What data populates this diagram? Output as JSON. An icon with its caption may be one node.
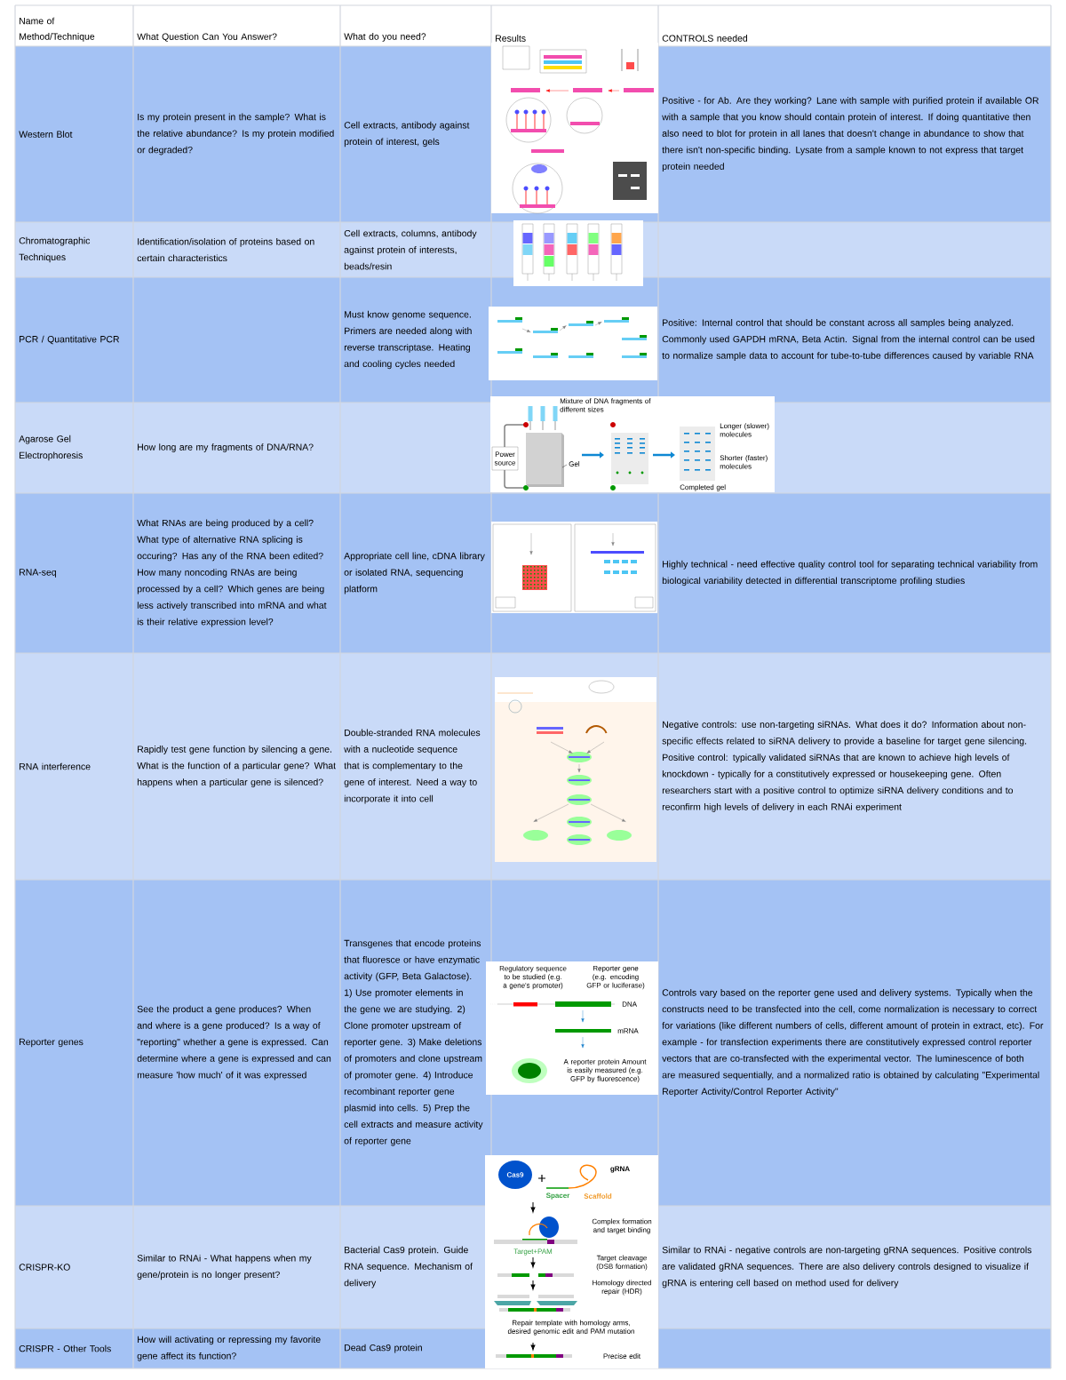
{
  "diagram": {
    "labels": [
      "Name of Method/Technique",
      "What Question Can You Answer?",
      "What do you need?",
      "Results",
      "CONTROLS needed",
      "Western Blot",
      "Is my protein present in the sample? What is the relative abundance? Is my protein modified or degraded?",
      "Cell extracts, antibody against protein of interest, gels",
      "Positive - for Ab. Are they working? Lane with sample with purified protein if available OR with a sample that you know should contain protein of interest. If doing quantitative then also need to blot for protein in all lanes that doesn't change in abundance to show that there isn't non-specific binding. Lysate from a sample known to not express that target protein needed",
      "Chromatographic Techniques",
      "Identification/isolation of proteins based on certain characteristics",
      "Cell extracts, columns, antibody against protein of interests, beads/resin",
      "PCR / Quantitative PCR",
      "Must know genome sequence. Primers are needed along with reverse transcriptase. Heating and cooling cycles needed",
      "Positive: Internal control that should be constant across all samples being analyzed. Commonly used GAPDH mRNA, Beta Actin. Signal from the internal control can be used to normalize sample data to account for tube-to-tube differences caused by variable RNA",
      "Agarose Gel Electrophoresis",
      "How long are my fragments of DNA/RNA?",
      "Mixture of DNA fragments of different sizes",
      "Power source",
      "Gel",
      "Longer (slower) molecules",
      "Shorter (faster) molecules",
      "Completed gel",
      "RNA-seq",
      "What RNAs are being produced by a cell? What type of alternative RNA splicing is occuring? Has any of the RNA been edited? How many noncoding RNAs are being processed by a cell? Which genes are being less actively transcribed into mRNA and what is their relative expression level?",
      "Appropriate cell line, cDNA library or isolated RNA, sequencing platform",
      "Highly technical - need effective quality control tool for separating technical variability from biological variability detected in differential transcriptome profiling studies",
      "RNA interference",
      "Rapidly test gene function by silencing a gene. What is the function of a particular gene? What happens when a particular gene is silenced?",
      "Double-stranded RNA molecules with a nucleotide sequence that is complementary to the gene of interest. Need a way to incorporate it into cell",
      "Negative controls: use non-targeting siRNAs. What does it do? Information about non-specific effects related to siRNA delivery to provide a baseline for target gene silencing. Positive control: typically validated siRNAs that are known to achieve high levels of knockdown - typically for a constitutively expressed or housekeeping gene. Often researchers start with a positive control to optimize siRNA delivery conditions and to reconfirm high levels of delivery in each RNAi experiment",
      "Reporter genes",
      "See the product a gene produces? When and where is a gene produced? Is a way of \"reporting\" whether a gene is expressed. Can determine where a gene is expressed and can measure 'how much' of it was expressed",
      "Transgenes that encode proteins that fluoresce or have enzymatic activity (GFP, Beta Galactose). 1) Use promoter elements in the gene we are studying. 2) Clone promoter upstream of reporter gene. 3) Make deletions of promoters and clone upstream of promoter gene. 4) Introduce recombinant reporter gene plasmid into cells. 5) Prep the cell extracts and measure activity of reporter gene",
      "Regulatory sequence to be studied (e.g. a gene's promoter)",
      "Reporter gene (e.g. encoding GFP or luciferase)",
      "DNA",
      "mRNA",
      "A reporter protein Amount is easily measured (e.g. GFP by fluorescence)",
      "Controls vary based on the reporter gene used and delivery systems. Typically when the constructs need to be transfected into the cell, come normalization is necessary to correct for variations (like different numbers of cells, different amount of protein in extract, etc). For example - for transfection experiments there are constitutively expressed control reporter vectors that are co-transfected with the experimental vector. The luminescence of both are measured sequentially, and a normalized ratio is obtained by calculating \"Experimental Reporter Activity/Control Reporter Activity\"",
      "CRISPR-KO",
      "Similar to RNAi - What happens when my gene/protein is no longer present?",
      "Bacterial Cas9 protein. Guide RNA sequence. Mechanism of delivery",
      "Cas9",
      "gRNA",
      "Spacer",
      "Scaffold",
      "Complex formation and target binding",
      "Target+PAM",
      "Target cleavage (DSB formation)",
      "Homology directed repair (HDR)",
      "Repair template with homology arms, desired genomic edit and PAM mutation",
      "Precise edit",
      "Similar to RNAi - negative controls are non-targeting gRNA sequences. Positive controls are validated gRNA sequences. There are also delivery controls designed to visualize if gRNA is entering cell based on method used for delivery",
      "CRISPR - Other Tools",
      "How will activating or repressing my favorite gene affect its function?",
      "Dead Cas9 protein"
    ]
  }
}
